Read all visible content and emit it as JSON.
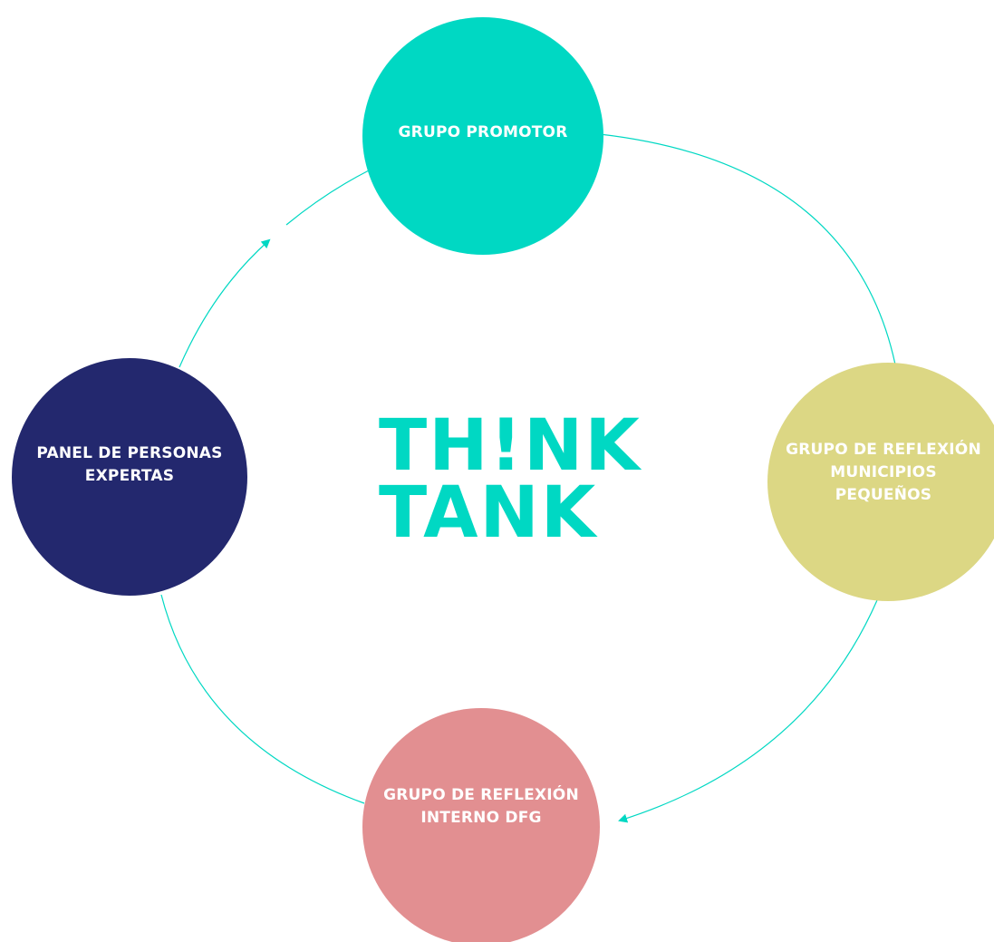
{
  "diagram": {
    "center_logo": {
      "line1": "TH!NK",
      "line2": "TANK"
    },
    "nodes": [
      {
        "id": "grupo-promotor",
        "label": "GRUPO PROMOTOR"
      },
      {
        "id": "municipios",
        "label": "GRUPO DE REFLEXIÓN\nMUNICIPIOS\nPEQUEÑOS"
      },
      {
        "id": "interno-dfg",
        "label": "GRUPO DE REFLEXIÓN\nINTERNO DFG"
      },
      {
        "id": "panel-expertos",
        "label": "PANEL DE PERSONAS\nEXPERTAS"
      }
    ]
  },
  "colors": {
    "teal": "#00d8c3",
    "olive": "#dcd784",
    "rose": "#e28f91",
    "navy": "#23286e",
    "connector": "#00d8c3",
    "label_text": "#ffffff"
  }
}
